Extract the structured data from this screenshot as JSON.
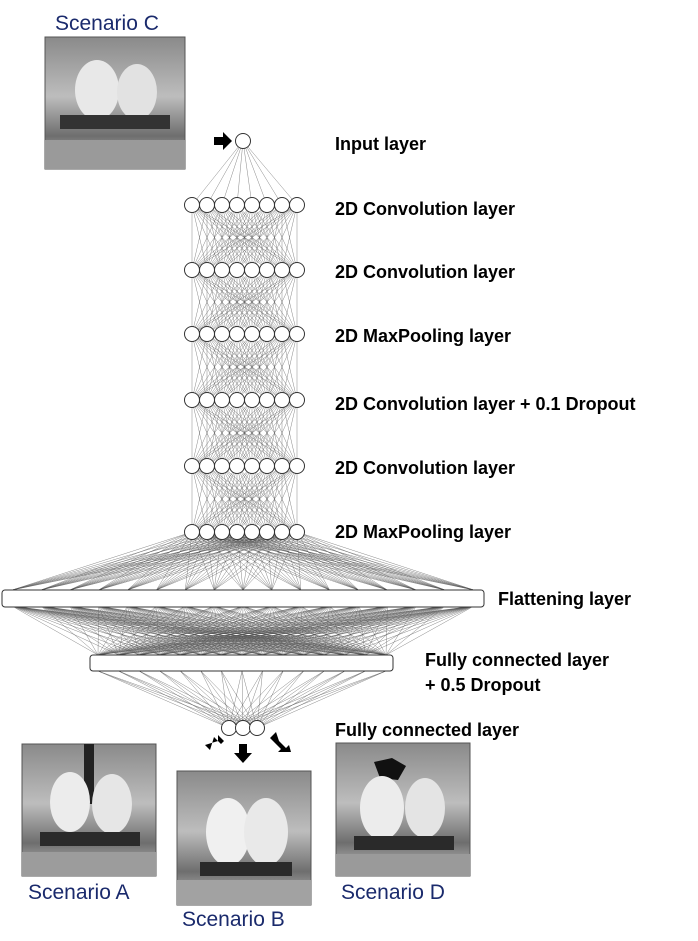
{
  "layers": [
    {
      "label": "Input layer"
    },
    {
      "label": "2D Convolution layer"
    },
    {
      "label": "2D Convolution layer"
    },
    {
      "label": "2D MaxPooling layer"
    },
    {
      "label": "2D Convolution layer + 0.1 Dropout"
    },
    {
      "label": "2D Convolution layer"
    },
    {
      "label": "2D MaxPooling layer"
    },
    {
      "label": "Flattening layer"
    },
    {
      "label_line1": "Fully connected layer",
      "label_line2": "+ 0.5 Dropout"
    },
    {
      "label": "Fully connected layer"
    }
  ],
  "scenarios": {
    "c": "Scenario C",
    "a": "Scenario A",
    "b": "Scenario B",
    "d": "Scenario D"
  }
}
